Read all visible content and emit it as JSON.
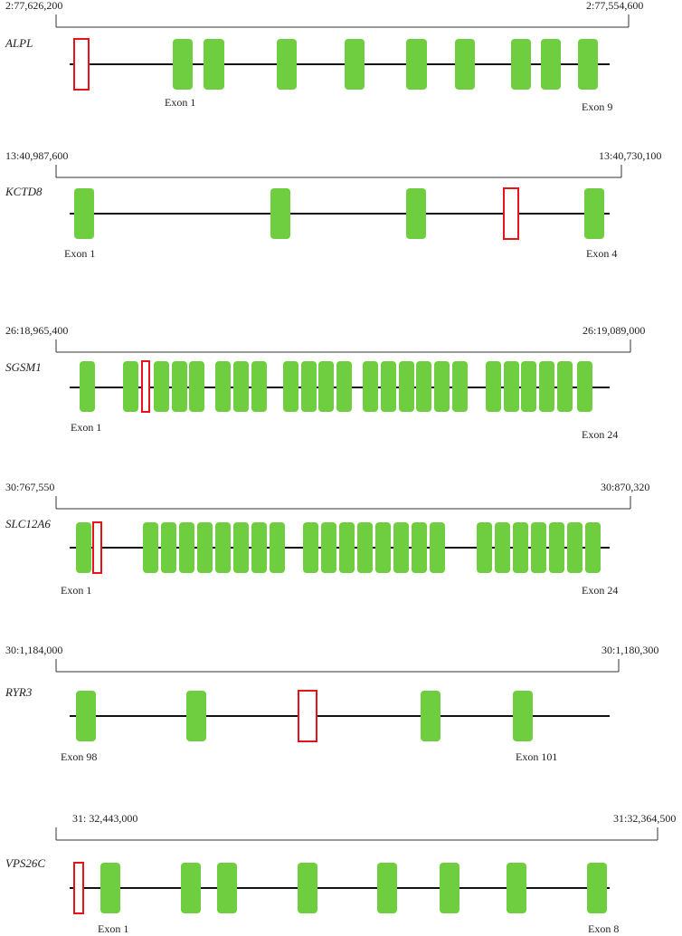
{
  "colors": {
    "exon_fill": "#6fce3f",
    "highlight_stroke": "#e8121a",
    "line": "#111111",
    "text": "#222222"
  },
  "tracks": [
    {
      "gene": "ALPL",
      "start_label": "2:77,626,200",
      "end_label": "2:77,554,600",
      "exon_count": 9,
      "highlight_position": "before exon 1",
      "labels": [
        "Exon 1",
        "Exon 9"
      ]
    },
    {
      "gene": "KCTD8",
      "start_label": "13:40,987,600",
      "end_label": "13:40,730,100",
      "exon_count": 4,
      "highlight_position": "between exon 3 and exon 4",
      "labels": [
        "Exon 1",
        "Exon 4"
      ]
    },
    {
      "gene": "SGSM1",
      "start_label": "26:18,965,400",
      "end_label": "26:19,089,000",
      "exon_count": 24,
      "highlight_position": "between exon 2 and exon 3",
      "labels": [
        "Exon 1",
        "Exon 24"
      ]
    },
    {
      "gene": "SLC12A6",
      "start_label": "30:767,550",
      "end_label": "30:870,320",
      "exon_count": 24,
      "highlight_position": "between exon 1 and exon 2",
      "labels": [
        "Exon 1",
        "Exon 24"
      ]
    },
    {
      "gene": "RYR3",
      "start_label": "30:1,184,000",
      "end_label": "30:1,180,300",
      "exon_count": 4,
      "highlight_position": "between exon 99 and exon 100",
      "labels": [
        "Exon 98",
        "Exon 101"
      ]
    },
    {
      "gene": "VPS26C",
      "start_label": "31: 32,443,000",
      "end_label": "31:32,364,500",
      "exon_count": 8,
      "highlight_position": "before exon 1",
      "labels": [
        "Exon 1",
        "Exon 8"
      ]
    }
  ]
}
